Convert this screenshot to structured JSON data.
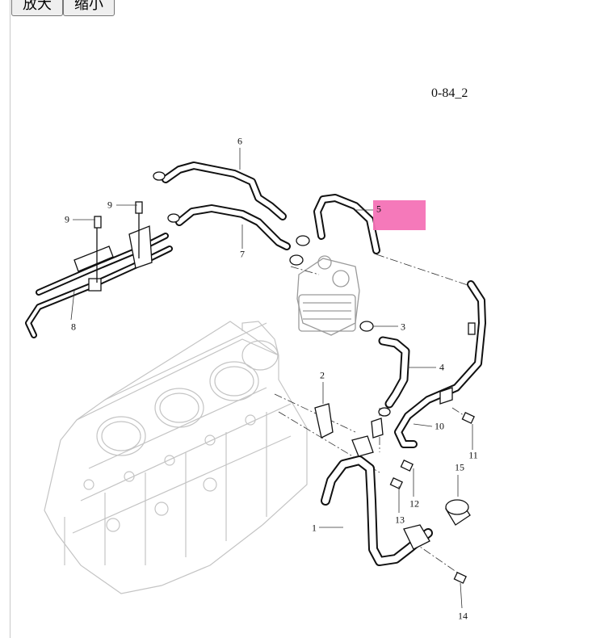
{
  "toolbar": {
    "zoom_in_label": "放大",
    "zoom_out_label": "缩小"
  },
  "diagram": {
    "code": "0-84_2",
    "highlight_color": "#f472b6",
    "callouts": [
      {
        "label": "1"
      },
      {
        "label": "2"
      },
      {
        "label": "3"
      },
      {
        "label": "4"
      },
      {
        "label": "5"
      },
      {
        "label": "6"
      },
      {
        "label": "7"
      },
      {
        "label": "8"
      },
      {
        "label": "9"
      },
      {
        "label": "9"
      },
      {
        "label": "10"
      },
      {
        "label": "11"
      },
      {
        "label": "12"
      },
      {
        "label": "13"
      },
      {
        "label": "14"
      },
      {
        "label": "15"
      }
    ]
  }
}
